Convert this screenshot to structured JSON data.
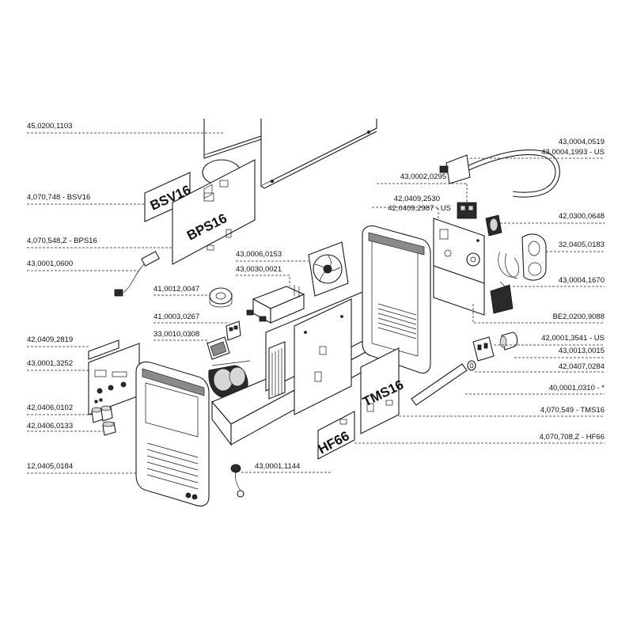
{
  "diagram": {
    "plates": {
      "bsv": "BSV16",
      "bps": "BPS16",
      "tms": "TMS16",
      "hf": "HF66"
    },
    "left_labels": [
      {
        "key": "l1",
        "text": "45,0200,1103"
      },
      {
        "key": "l2",
        "text": "4,070,748 - BSV16"
      },
      {
        "key": "l3",
        "text": "4,070,548,Z - BPS16"
      },
      {
        "key": "l4",
        "text": "43,0001,0600"
      },
      {
        "key": "l5",
        "text": "42,0409,2819"
      },
      {
        "key": "l6",
        "text": "43,0001,3252"
      },
      {
        "key": "l7",
        "text": "42,0406,0102"
      },
      {
        "key": "l8",
        "text": "42,0406,0133"
      },
      {
        "key": "l9",
        "text": "12,0405,0184"
      }
    ],
    "center_labels": [
      {
        "key": "c1",
        "text": "43,0006,0153"
      },
      {
        "key": "c2",
        "text": "43,0030,0021"
      },
      {
        "key": "c3",
        "text": "41,0012,0047"
      },
      {
        "key": "c4",
        "text": "41,0003,0267"
      },
      {
        "key": "c5",
        "text": "33,0010,0308"
      },
      {
        "key": "c6",
        "text": "43,0001,1144"
      }
    ],
    "right_labels": [
      {
        "key": "r1",
        "text": "43,0004,0519"
      },
      {
        "key": "r2",
        "text": "43,0004,1993 - US"
      },
      {
        "key": "r3",
        "text": "43,0002,0295"
      },
      {
        "key": "r4",
        "text": "42,0409,2530"
      },
      {
        "key": "r5",
        "text": "42,0409,2987 - US"
      },
      {
        "key": "r6",
        "text": "42,0300,0648"
      },
      {
        "key": "r7",
        "text": "32,0405,0183"
      },
      {
        "key": "r8",
        "text": "43,0004,1670"
      },
      {
        "key": "r9",
        "text": "BE2,0200,9088"
      },
      {
        "key": "r10",
        "text": "42,0001,3541 - US"
      },
      {
        "key": "r11",
        "text": "43,0013,0015"
      },
      {
        "key": "r12",
        "text": "42,0407,0284"
      },
      {
        "key": "r13",
        "text": "40,0001,0310 - *"
      },
      {
        "key": "r14",
        "text": "4,070,549 - TMS16"
      },
      {
        "key": "r15",
        "text": "4,070,708,Z - HF66"
      }
    ]
  }
}
